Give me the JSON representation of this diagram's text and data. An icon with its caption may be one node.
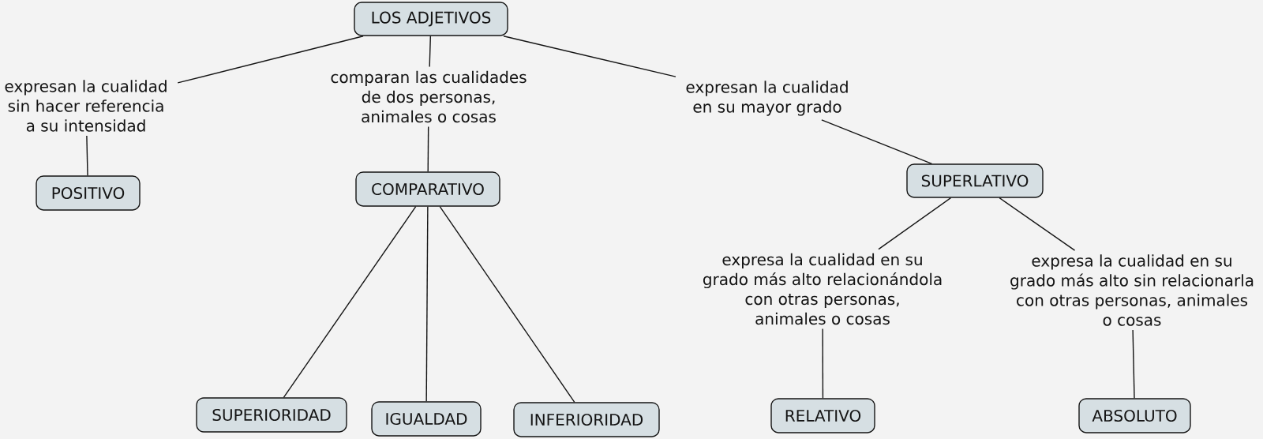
{
  "diagram": {
    "nodes": [
      {
        "text": [
          "LOS ADJETIVOS"
        ]
      },
      {
        "text": [
          "expresan la cualidad sin hacer referencia a su intensidad"
        ]
      },
      {
        "text": [
          "comparan las cualidades de dos personas, animales o cosas"
        ]
      },
      {
        "text": [
          "expresan la cualidad en su mayor grado"
        ]
      },
      {
        "text": [
          "POSITIVO"
        ]
      },
      {
        "text": [
          "COMPARATIVO"
        ]
      },
      {
        "text": [
          "SUPERLATIVO"
        ]
      },
      {
        "text": [
          "expresa la cualidad en su grado más alto relacionándola con otras personas, animales o cosas"
        ]
      },
      {
        "text": [
          "expresa la cualidad en su grado más alto sin relacionarla con otras personas, animales o cosas"
        ]
      },
      {
        "text": [
          "SUPERIORIDAD"
        ]
      },
      {
        "text": [
          "IGUALDAD"
        ]
      },
      {
        "text": [
          "INFERIORIDAD"
        ]
      },
      {
        "text": [
          "RELATIVO"
        ]
      },
      {
        "text": [
          "ABSOLUTO"
        ]
      }
    ],
    "edges": [
      {
        "from": 0,
        "to": 1,
        "arrow": "none"
      },
      {
        "from": 1,
        "to": 4,
        "arrow": "none"
      },
      {
        "from": 0,
        "to": 2,
        "arrow": "none"
      },
      {
        "from": 2,
        "to": 5,
        "arrow": "none"
      },
      {
        "from": 0,
        "to": 3,
        "arrow": "none"
      },
      {
        "from": 3,
        "to": 6,
        "arrow": "none"
      },
      {
        "from": 5,
        "to": 9,
        "arrow": "none"
      },
      {
        "from": 5,
        "to": 10,
        "arrow": "none"
      },
      {
        "from": 5,
        "to": 11,
        "arrow": "none"
      },
      {
        "from": 6,
        "to": 7,
        "arrow": "none"
      },
      {
        "from": 7,
        "to": 12,
        "arrow": "none"
      },
      {
        "from": 6,
        "to": 8,
        "arrow": "none"
      },
      {
        "from": 8,
        "to": 13,
        "arrow": "none"
      }
    ]
  }
}
